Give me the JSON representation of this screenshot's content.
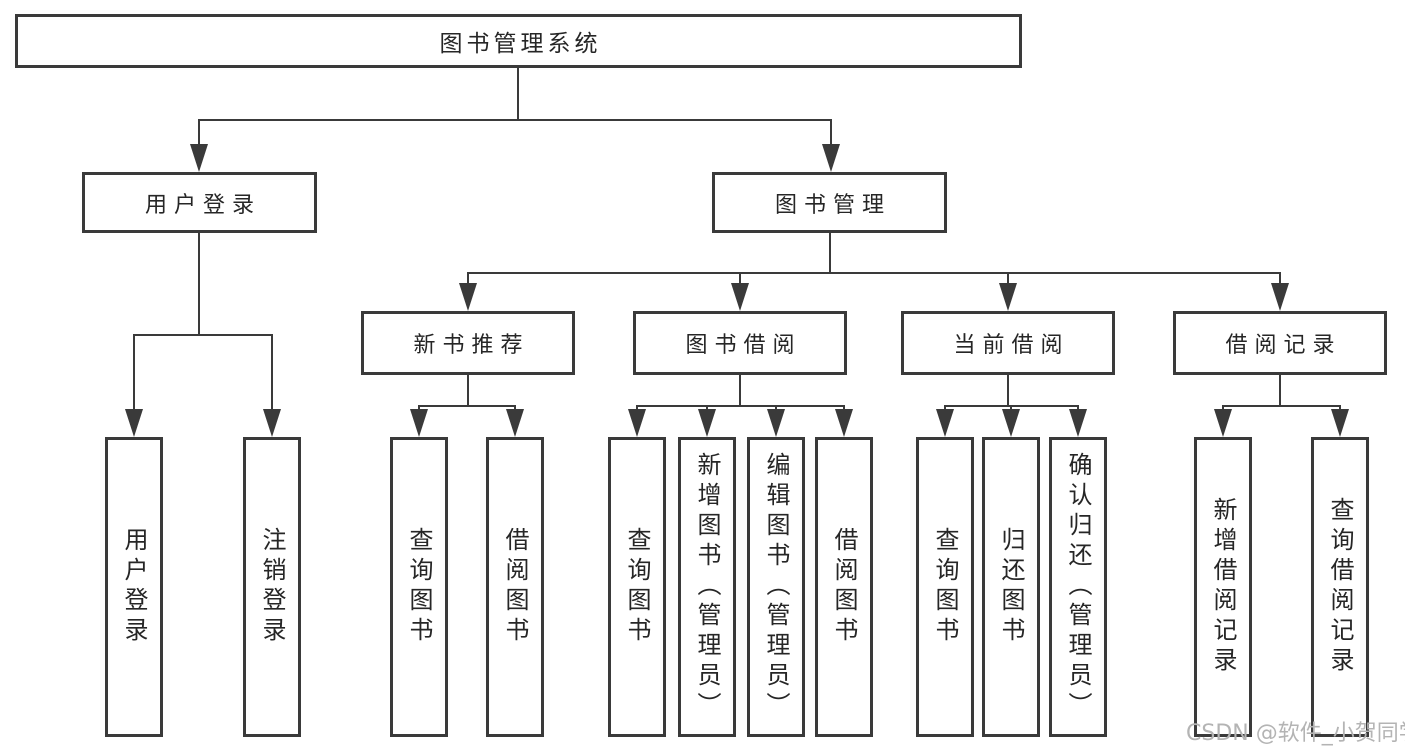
{
  "diagram": {
    "title": "图书管理系统",
    "level2": [
      {
        "label": "用户登录"
      },
      {
        "label": "图书管理"
      }
    ],
    "level3": [
      {
        "label": "新书推荐"
      },
      {
        "label": "图书借阅"
      },
      {
        "label": "当前借阅"
      },
      {
        "label": "借阅记录"
      }
    ],
    "leafGroups": [
      [
        "用户登录",
        "注销登录"
      ],
      [
        "查询图书",
        "借阅图书"
      ],
      [
        "查询图书",
        "新增图书（管理员）",
        "编辑图书（管理员）",
        "借阅图书"
      ],
      [
        "查询图书",
        "归还图书",
        "确认归还（管理员）"
      ],
      [
        "新增借阅记录",
        "查询借阅记录"
      ]
    ]
  },
  "watermark": {
    "text": "CSDN @软件_小贺同学"
  },
  "colors": {
    "line": "#3a3a3a",
    "text": "#262626",
    "background": "#ffffff",
    "watermark": "#b4b4b4"
  }
}
